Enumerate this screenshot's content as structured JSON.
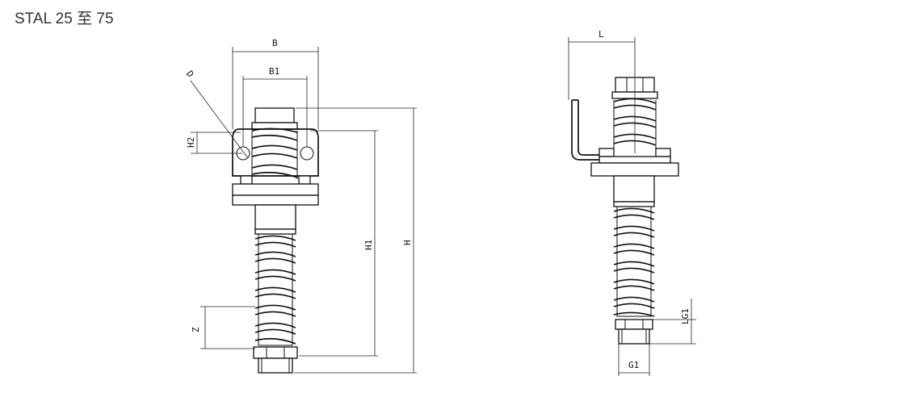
{
  "title": "STAL 25 至 75",
  "front_view": {
    "dim_B": "B",
    "dim_B1": "B1",
    "dim_D": "D",
    "dim_H2": "H2",
    "dim_H1": "H1",
    "dim_H": "H",
    "dim_Z": "Z"
  },
  "side_view": {
    "dim_L": "L",
    "dim_LG1": "LG1",
    "dim_G1": "G1"
  }
}
